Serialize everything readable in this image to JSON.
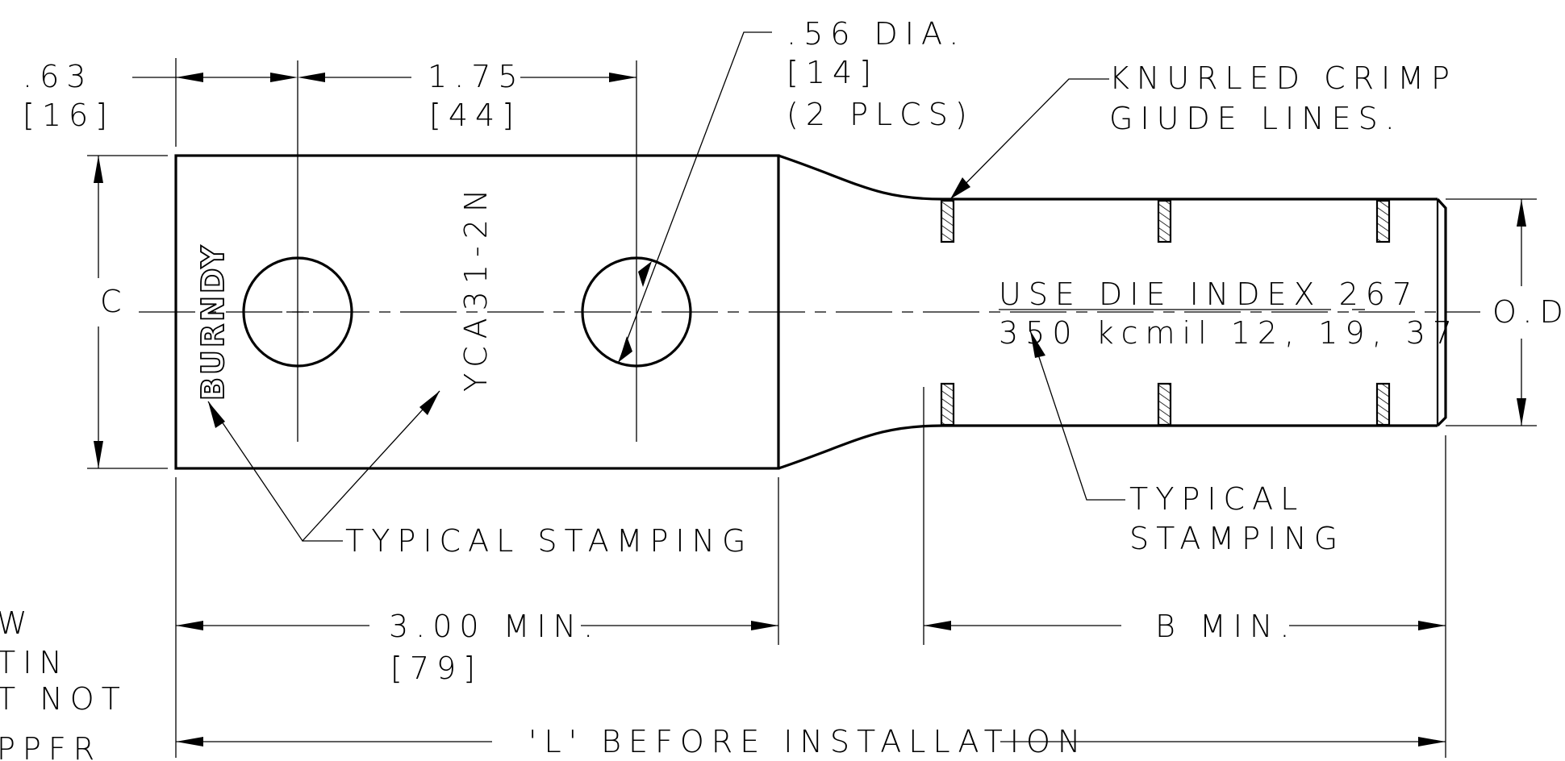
{
  "drawing": {
    "dim_63": ".63",
    "dim_63_mm": "[16]",
    "dim_175": "1.75",
    "dim_175_mm": "[44]",
    "hole_dia": ".56 DIA.",
    "hole_dia_mm": "[14]",
    "hole_count": "(2 PLCS)",
    "knurl_line1": "KNURLED CRIMP",
    "knurl_line2": "GIUDE LINES.",
    "dim_c": "C",
    "brand": "BURNDY",
    "part_no": "YCA31-2N",
    "die_index": "USE DIE INDEX 267",
    "conductor": "350 kcmil 12, 19, 37",
    "dim_od": "O.D.",
    "typical_stamping_left": "TYPICAL STAMPING",
    "typical_stamping_right_1": "TYPICAL",
    "typical_stamping_right_2": "STAMPING",
    "dim_300": "3.00 MIN.",
    "dim_300_mm": "[79]",
    "dim_b": "B MIN.",
    "dim_l": "'L' BEFORE INSTALLATION",
    "side_notes": [
      "W",
      "TIN",
      "T NOT",
      "PPFR"
    ]
  }
}
